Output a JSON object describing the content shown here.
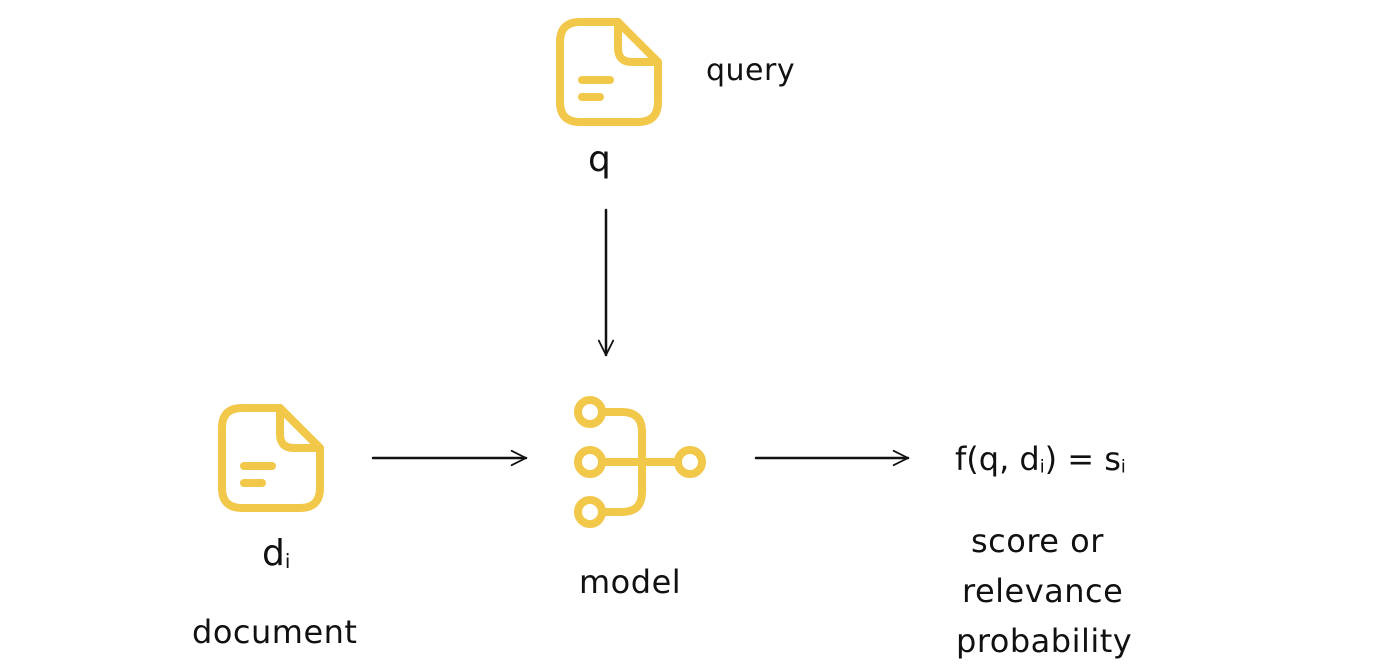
{
  "colors": {
    "icon": "#F2C84B",
    "arrow": "#111111",
    "text": "#111111",
    "background": "#ffffff"
  },
  "query": {
    "icon": "document-icon",
    "symbol": "q",
    "label": "query"
  },
  "document": {
    "icon": "document-icon",
    "symbol_main": "d",
    "symbol_sub": "i",
    "label": "document"
  },
  "model": {
    "icon": "model-branch-icon",
    "label": "model"
  },
  "output": {
    "formula_prefix": "f(q, d",
    "formula_sub1": "i",
    "formula_mid": ") = s",
    "formula_sub2": "i",
    "desc_line1": "score or",
    "desc_line2": "relevance",
    "desc_line3": "probability"
  }
}
